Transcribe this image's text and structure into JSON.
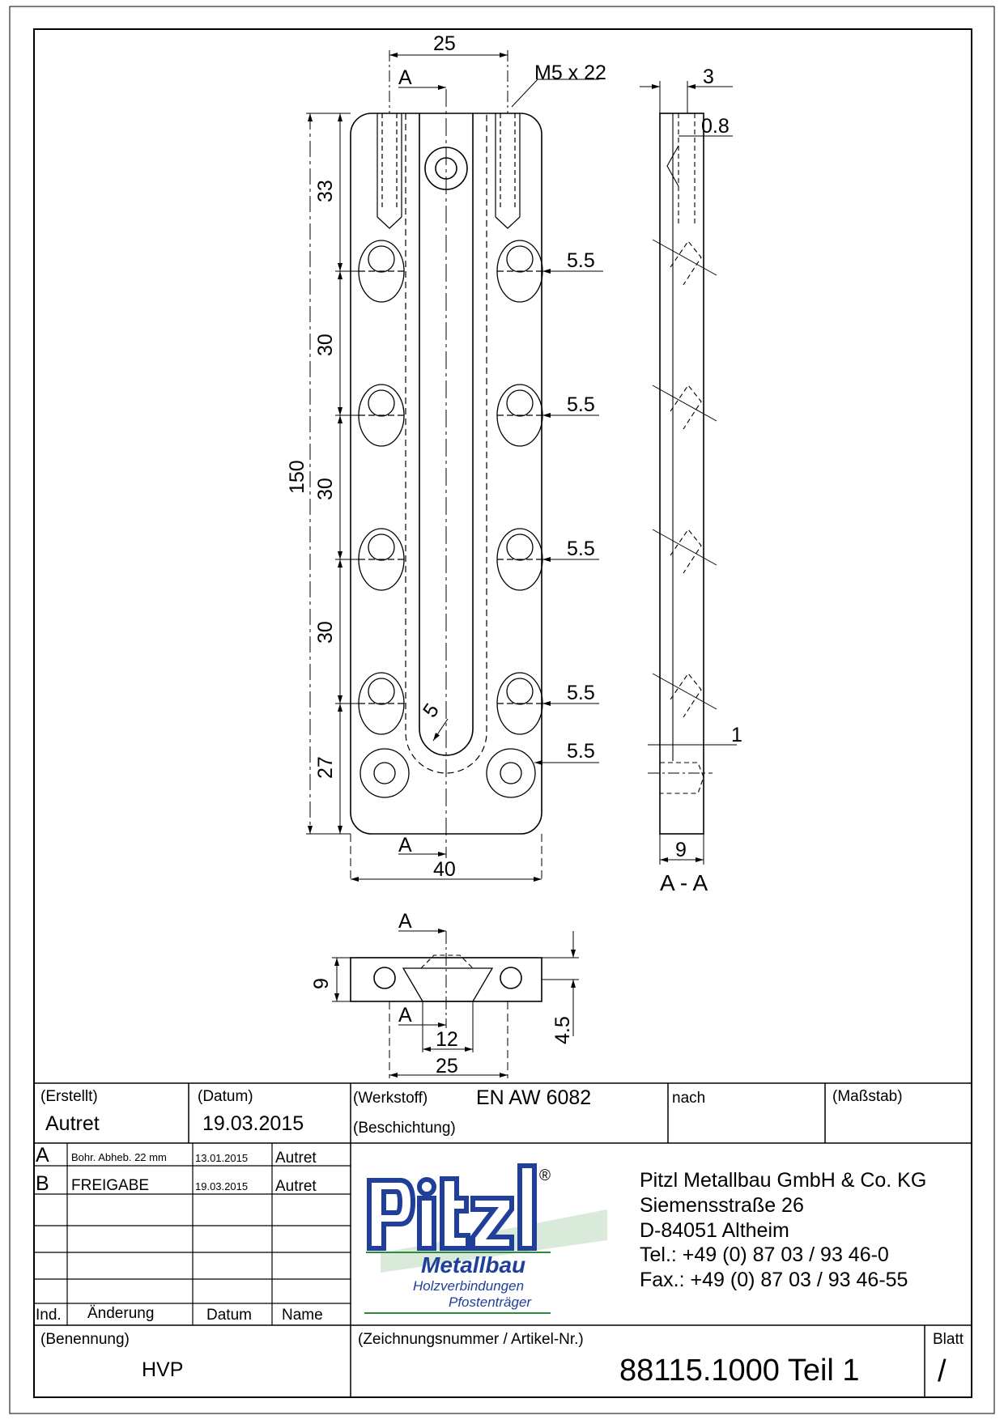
{
  "drawing": {
    "dimensions": {
      "top_spacing": "25",
      "thread": "M5 x 22",
      "thickness_top": "3",
      "depth_small": "0.8",
      "d33": "33",
      "d30a": "30",
      "d30b": "30",
      "d30c": "30",
      "d27": "27",
      "total_length": "150",
      "hole1": "5.5",
      "hole2": "5.5",
      "hole3": "5.5",
      "hole4": "5.5",
      "hole5": "5.5",
      "radius": "5",
      "width": "40",
      "side_width": "9",
      "side_small": "1",
      "bottom_height": "9",
      "bottom_half": "4.5",
      "bottom_inner": "12",
      "bottom_spacing": "25"
    },
    "section_marks": {
      "a_top": "A",
      "a_bottom": "A",
      "a_view_top": "A",
      "a_view_bottom": "A",
      "section_label": "A - A"
    }
  },
  "title_block": {
    "created_label": "(Erstellt)",
    "created_value": "Autret",
    "date_label": "(Datum)",
    "date_value": "19.03.2015",
    "material_label": "(Werkstoff)",
    "material_value": "EN AW 6082",
    "coating_label": "(Beschichtung)",
    "after_label": "nach",
    "scale_label": "(Maßstab)",
    "revisions": [
      {
        "ind": "A",
        "change": "Bohr. Abheb. 22 mm",
        "date": "13.01.2015",
        "name": "Autret"
      },
      {
        "ind": "B",
        "change": "FREIGABE",
        "date": "19.03.2015",
        "name": "Autret"
      }
    ],
    "rev_head_ind": "Ind.",
    "rev_head_change": "Änderung",
    "rev_head_date": "Datum",
    "rev_head_name": "Name",
    "designation_label": "(Benennung)",
    "designation_value": "HVP",
    "drawing_no_label": "(Zeichnungsnummer / Artikel-Nr.)",
    "drawing_no_value": "88115.1000 Teil 1",
    "sheet_label": "Blatt",
    "sheet_value": "/"
  },
  "company": {
    "logo_text": "Pitzl",
    "registered": "®",
    "logo_sub1": "Metallbau",
    "logo_sub2": "Holzverbindungen",
    "logo_sub3": "Pfostenträger",
    "name": "Pitzl Metallbau GmbH & Co. KG",
    "street": "Siemensstraße 26",
    "city": "D-84051 Altheim",
    "tel": "Tel.:  +49 (0) 87 03 / 93 46-0",
    "fax": "Fax.: +49 (0) 87 03 / 93 46-55"
  },
  "colors": {
    "logo_blue": "#1f3f9a",
    "logo_green": "#2e8b3e"
  }
}
